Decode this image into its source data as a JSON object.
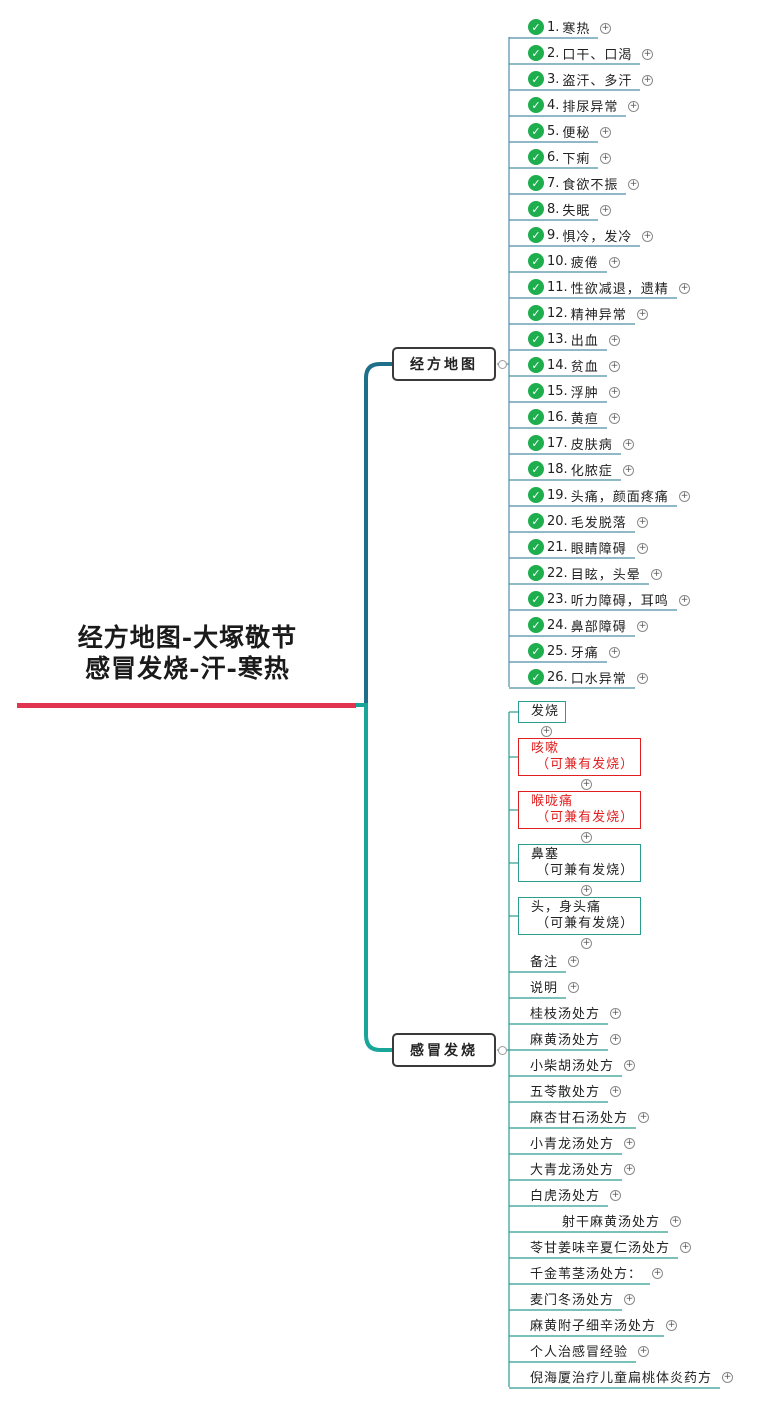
{
  "root": {
    "line1": "经方地图-大塚敬节",
    "line2": "感冒发烧-汗-寒热"
  },
  "branches": [
    {
      "label": "经方地图",
      "color": "#1f6f8b"
    },
    {
      "label": "感冒发烧",
      "color": "#1aa59a"
    }
  ],
  "jingfang_items": [
    {
      "num": "1.",
      "text": "寒热"
    },
    {
      "num": "2.",
      "text": "口干、口渴"
    },
    {
      "num": "3.",
      "text": "盗汗、多汗"
    },
    {
      "num": "4.",
      "text": "排尿异常"
    },
    {
      "num": "5.",
      "text": "便秘"
    },
    {
      "num": "6.",
      "text": "下痢"
    },
    {
      "num": "7.",
      "text": "食欲不振"
    },
    {
      "num": "8.",
      "text": "失眠"
    },
    {
      "num": "9.",
      "text": "惧冷，发冷"
    },
    {
      "num": "10.",
      "text": "疲倦"
    },
    {
      "num": "11.",
      "text": "性欲减退，遗精"
    },
    {
      "num": "12.",
      "text": "精神异常"
    },
    {
      "num": "13.",
      "text": "出血"
    },
    {
      "num": "14.",
      "text": "贫血"
    },
    {
      "num": "15.",
      "text": "浮肿"
    },
    {
      "num": "16.",
      "text": "黄疸"
    },
    {
      "num": "17.",
      "text": "皮肤病"
    },
    {
      "num": "18.",
      "text": "化脓症"
    },
    {
      "num": "19.",
      "text": "头痛，颜面疼痛"
    },
    {
      "num": "20.",
      "text": "毛发脱落"
    },
    {
      "num": "21.",
      "text": "眼睛障碍"
    },
    {
      "num": "22.",
      "text": "目眩，头晕"
    },
    {
      "num": "23.",
      "text": "听力障碍，耳鸣"
    },
    {
      "num": "24.",
      "text": "鼻部障碍"
    },
    {
      "num": "25.",
      "text": "牙痛"
    },
    {
      "num": "26.",
      "text": "口水异常"
    }
  ],
  "ganmao_boxes": [
    {
      "text": "发烧",
      "red": false
    },
    {
      "text": "咳嗽\n （可兼有发烧）",
      "red": true
    },
    {
      "text": "喉咙痛\n （可兼有发烧）",
      "red": true
    },
    {
      "text": "鼻塞\n （可兼有发烧）",
      "red": false
    },
    {
      "text": "头，身头痛\n （可兼有发烧）",
      "red": false
    }
  ],
  "ganmao_items": [
    "备注",
    "说明",
    "桂枝汤处方",
    "麻黄汤处方",
    "小柴胡汤处方",
    "五苓散处方",
    "麻杏甘石汤处方",
    "小青龙汤处方",
    "大青龙汤处方",
    "白虎汤处方",
    "射干麻黄汤处方",
    "苓甘姜味辛夏仁汤处方",
    "千金苇茎汤处方：",
    "麦门冬汤处方",
    "麻黄附子细辛汤处方",
    "个人治感冒经验",
    "倪海厦治疗儿童扁桃体炎药方"
  ],
  "colors": {
    "root_underline": "#e0344f",
    "check": "#1fae4e",
    "red_box": "#e02020",
    "teal_box": "#2a9d8f"
  },
  "icons": {
    "item_marker": "check-circle-icon",
    "expander": "plus-circle-icon"
  }
}
